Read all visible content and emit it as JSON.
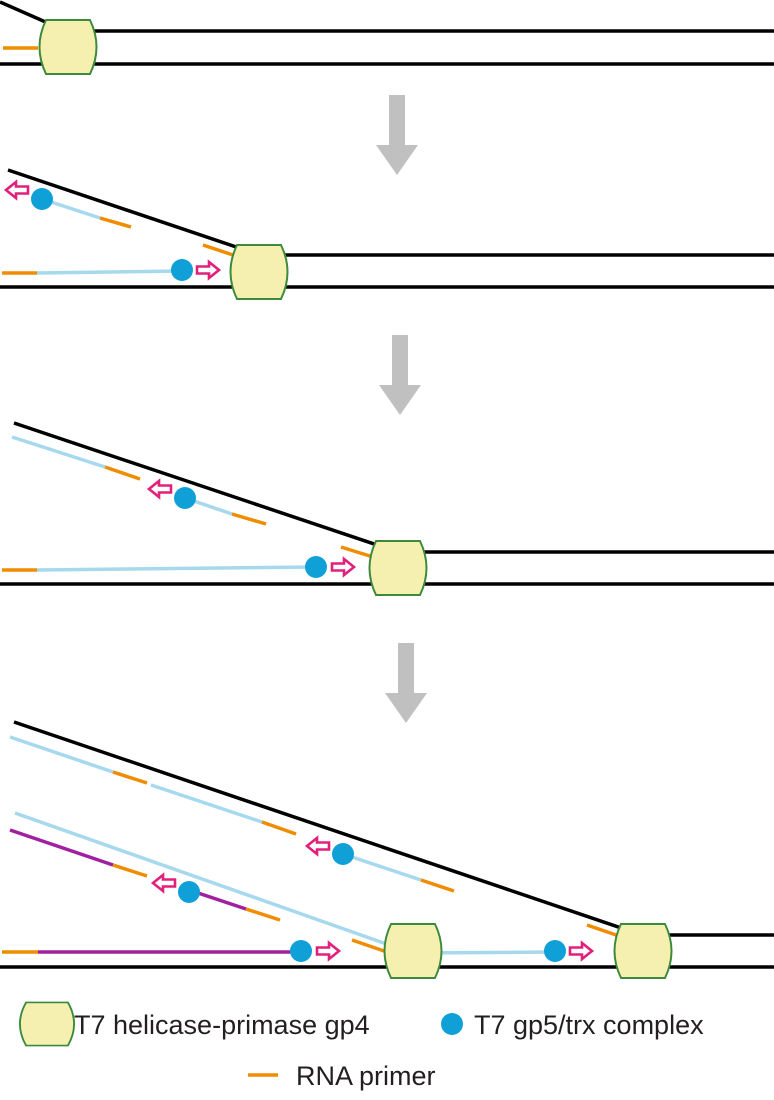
{
  "colors": {
    "dna_strand": "#000000",
    "new_strand": "#a6d8ee",
    "older_strand": "#a020a0",
    "rna_primer": "#f08c00",
    "helicase_fill": "#f5f0b0",
    "helicase_stroke": "#3d8a3d",
    "polymerase": "#0fa0d8",
    "direction_arrow": "#e0207a",
    "step_arrow": "#c0c0c0"
  },
  "legend": {
    "helicase_label": "T7 helicase-primase gp4",
    "polymerase_label": "T7 gp5/trx complex",
    "primer_label": "RNA primer"
  }
}
